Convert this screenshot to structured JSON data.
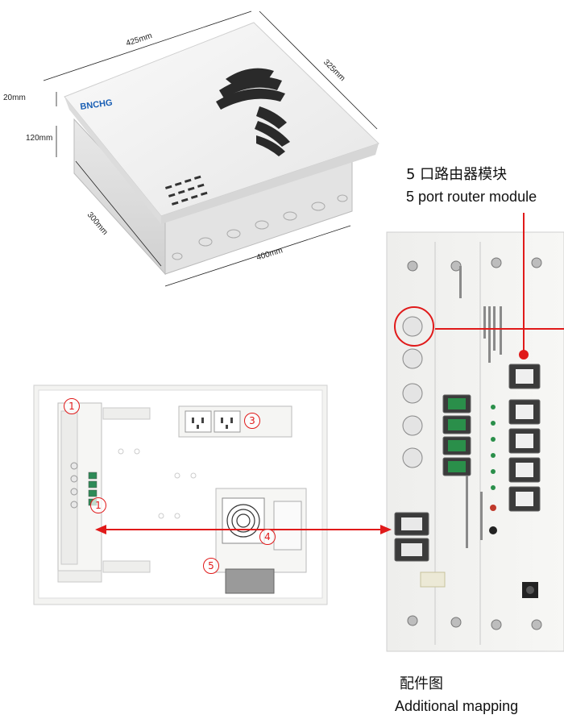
{
  "dimensions": {
    "top_width": "425mm",
    "top_depth": "325mm",
    "lid_height": "20mm",
    "body_height": "120mm",
    "bottom_depth": "300mm",
    "bottom_width": "400mm"
  },
  "logo_text": "BNCHG",
  "router_module": {
    "title_cn": "5 口路由器模块",
    "title_en": "5 port router module"
  },
  "mapping": {
    "title_cn": "配件图",
    "title_en": "Additional mapping"
  },
  "callouts": [
    "1",
    "3",
    "4",
    "5",
    "1"
  ],
  "colors": {
    "accent_red": "#e01a1a",
    "panel_white": "#f4f4f2",
    "port_green": "#2a8f4a"
  }
}
